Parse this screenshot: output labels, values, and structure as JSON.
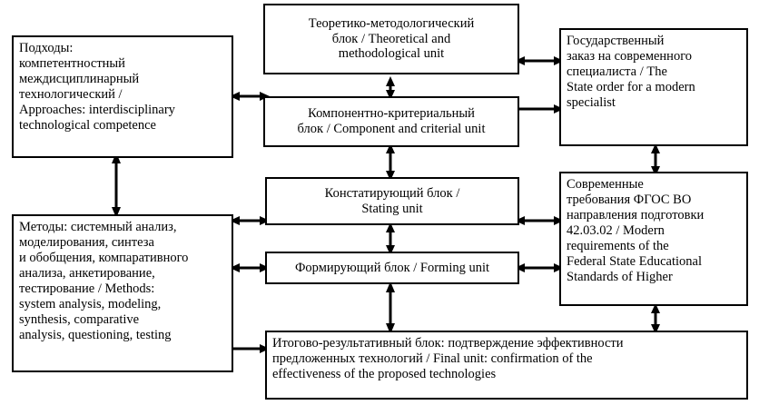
{
  "diagram": {
    "title": "Model structure diagram (bilingual Russian / English)",
    "background_color": "#ffffff",
    "line_color": "#000000",
    "boxes": [
      {
        "id": "approaches",
        "name": "approaches-box",
        "text": "Подходы:\nкомпетентностный\nмеждисциплинарный\nтехнологический /\nApproaches: interdisciplinary\ntechnological competence"
      },
      {
        "id": "theoretical",
        "name": "theoretical-methodological-unit-box",
        "text": "Теоретико-методологический\nблок / Theoretical and\nmethodological unit"
      },
      {
        "id": "state_order",
        "name": "state-order-box",
        "text": "Государственный\nзаказ на современного\nспециалиста / The\nState order for a modern\nspecialist"
      },
      {
        "id": "component",
        "name": "component-criterial-unit-box",
        "text": "Компонентно-критериальный\nблок / Component and criterial unit"
      },
      {
        "id": "stating",
        "name": "stating-unit-box",
        "text": "Констатирующий блок /\nStating unit"
      },
      {
        "id": "requirements",
        "name": "federal-standards-requirements-box",
        "text": "Современные\nтребования ФГОС ВО\nнаправления подготовки\n42.03.02 / Modern\nrequirements of the\nFederal State Educational\nStandards of Higher"
      },
      {
        "id": "methods",
        "name": "methods-box",
        "text": "Методы: системный анализ,\nмоделирования, синтеза\nи обобщения, компаративного\nанализа, анкетирование,\nтестирование / Methods:\nsystem analysis, modeling,\nsynthesis, comparative\nanalysis, questioning, testing"
      },
      {
        "id": "forming",
        "name": "forming-unit-box",
        "text": "Формирующий блок / Forming unit"
      },
      {
        "id": "final",
        "name": "final-unit-box",
        "text": "Итогово-результативный блок: подтверждение эффективности\nпредложенных технологий / Final unit: confirmation of the\neffectiveness of the proposed technologies"
      }
    ],
    "connectors": [
      {
        "id": "c1",
        "name": "connector-approaches-theoretical",
        "kind": "double-horizontal"
      },
      {
        "id": "c2",
        "name": "connector-theoretical-state-order",
        "kind": "double-horizontal"
      },
      {
        "id": "c3",
        "name": "connector-theoretical-component",
        "kind": "double-vertical"
      },
      {
        "id": "c4",
        "name": "connector-component-state-order",
        "kind": "single-right"
      },
      {
        "id": "c5",
        "name": "connector-component-stating",
        "kind": "double-vertical"
      },
      {
        "id": "c6",
        "name": "connector-approaches-methods",
        "kind": "double-vertical"
      },
      {
        "id": "c7",
        "name": "connector-methods-stating",
        "kind": "double-horizontal"
      },
      {
        "id": "c8",
        "name": "connector-stating-requirements",
        "kind": "double-horizontal"
      },
      {
        "id": "c9",
        "name": "connector-state-order-requirements",
        "kind": "double-vertical"
      },
      {
        "id": "c10",
        "name": "connector-methods-forming",
        "kind": "double-horizontal"
      },
      {
        "id": "c11",
        "name": "connector-forming-requirements",
        "kind": "double-horizontal"
      },
      {
        "id": "c12",
        "name": "connector-stating-forming",
        "kind": "double-vertical"
      },
      {
        "id": "c13",
        "name": "connector-forming-final",
        "kind": "double-vertical"
      },
      {
        "id": "c14",
        "name": "connector-methods-final",
        "kind": "single-right"
      },
      {
        "id": "c15",
        "name": "connector-requirements-final",
        "kind": "double-vertical"
      }
    ]
  }
}
